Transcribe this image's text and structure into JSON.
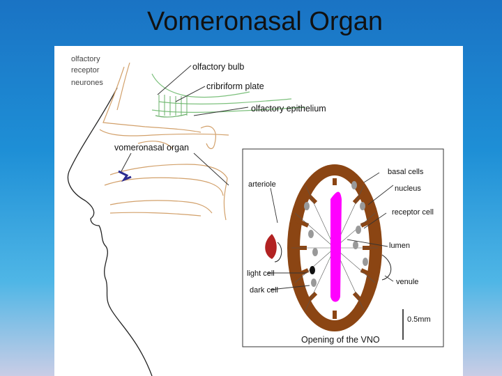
{
  "slide": {
    "title": "Vomeronasal Organ"
  },
  "head_diagram": {
    "labels": {
      "receptor_line1": "olfactory",
      "receptor_line2": "receptor",
      "receptor_line3": "neurones",
      "olfactory_bulb": "olfactory bulb",
      "cribriform_plate": "cribriform plate",
      "olfactory_epithelium": "olfactory epithelium",
      "vomeronasal_organ": "vomeronasal organ"
    }
  },
  "vno_inset": {
    "labels": {
      "arteriole": "arteriole",
      "basal_cells": "basal cells",
      "nucleus": "nucleus",
      "receptor_cell": "receptor cell",
      "lumen": "lumen",
      "light_cell": "light cell",
      "dark_cell": "dark cell",
      "venule": "venule",
      "scale": "0.5mm",
      "caption": "Opening of the VNO"
    },
    "colors": {
      "lumen": "#ff00ff",
      "tissue": "#8b4513",
      "blood": "#c0392b"
    }
  }
}
